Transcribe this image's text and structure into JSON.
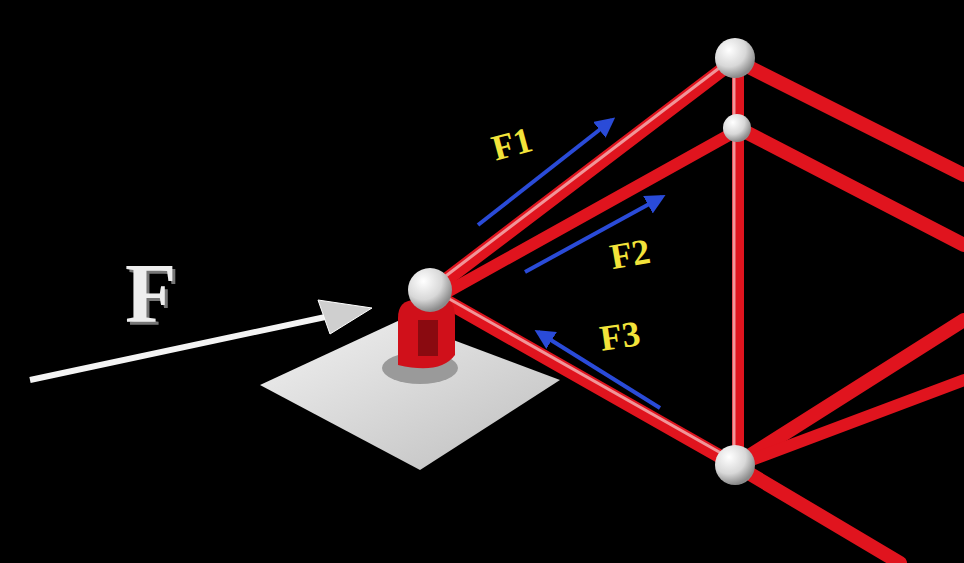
{
  "diagram": {
    "labels": [
      "F",
      "F1",
      "F2",
      "F3"
    ]
  }
}
